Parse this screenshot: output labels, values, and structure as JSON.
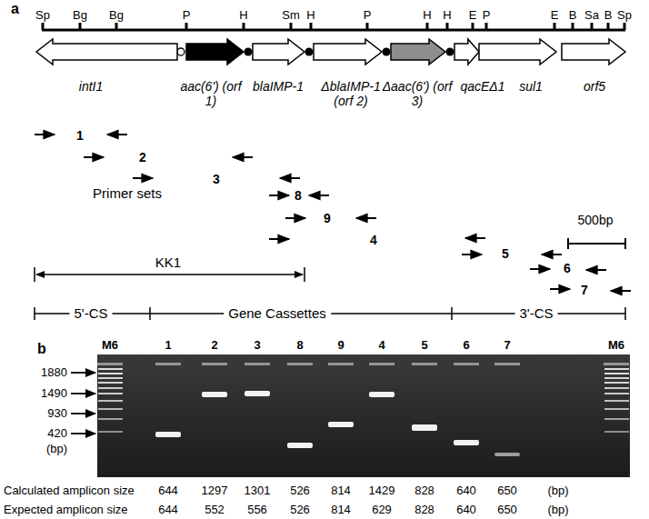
{
  "diagram": {
    "nodes": [
      {
        "text": [
          "intI1"
        ]
      },
      {
        "text": [
          "aac(6') (orf 1)"
        ]
      },
      {
        "text": [
          "blaIMP-1"
        ]
      },
      {
        "text": [
          "ΔblaIMP-1 (orf 2)"
        ]
      },
      {
        "text": [
          "Δaac(6') (orf 3)"
        ]
      },
      {
        "text": [
          "qacEΔ1"
        ]
      },
      {
        "text": [
          "sul1"
        ]
      },
      {
        "text": [
          "orf5"
        ]
      }
    ],
    "labels": [
      "a",
      "Sp",
      "Bg",
      "Bg",
      "P",
      "H",
      "Sm",
      "H",
      "P",
      "H",
      "H",
      "E",
      "P",
      "E",
      "B",
      "Sa",
      "B",
      "Sp",
      "1",
      "2",
      "3",
      "8",
      "9",
      "4",
      "5",
      "6",
      "7",
      "Primer sets",
      "500bp",
      "KK1",
      "5'-CS",
      "Gene Cassettes",
      "3'-CS",
      "b",
      "M6",
      "1",
      "2",
      "3",
      "8",
      "9",
      "4",
      "5",
      "6",
      "7",
      "M6",
      "1880",
      "1490",
      "930",
      "420",
      "(bp)",
      "Calculated amplicon size",
      "644",
      "1297",
      "1301",
      "526",
      "814",
      "1429",
      "828",
      "640",
      "650",
      "(bp)",
      "Expected amplicon size",
      "644",
      "552",
      "556",
      "526",
      "814",
      "629",
      "828",
      "640",
      "650",
      "(bp)"
    ]
  }
}
